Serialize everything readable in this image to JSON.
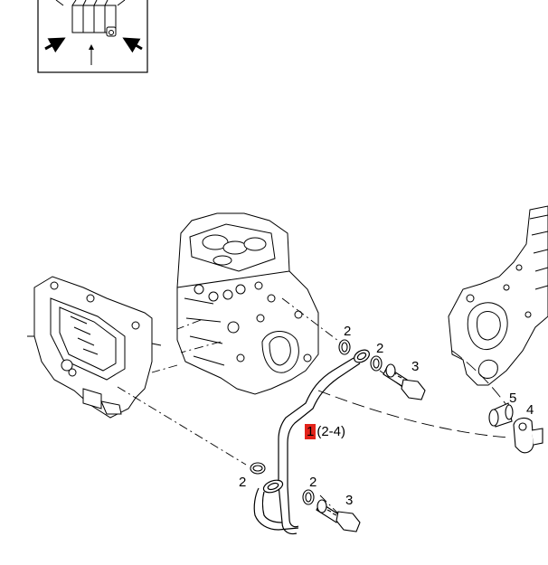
{
  "diagram": {
    "highlight_color": "#e2231a",
    "callouts": {
      "part_1_number": "1",
      "part_1_range": "(2-4)",
      "c2_a": "2",
      "c2_b": "2",
      "c3_a": "3",
      "c2_c": "2",
      "c2_d": "2",
      "c3_b": "3",
      "c5": "5",
      "c4": "4"
    }
  }
}
